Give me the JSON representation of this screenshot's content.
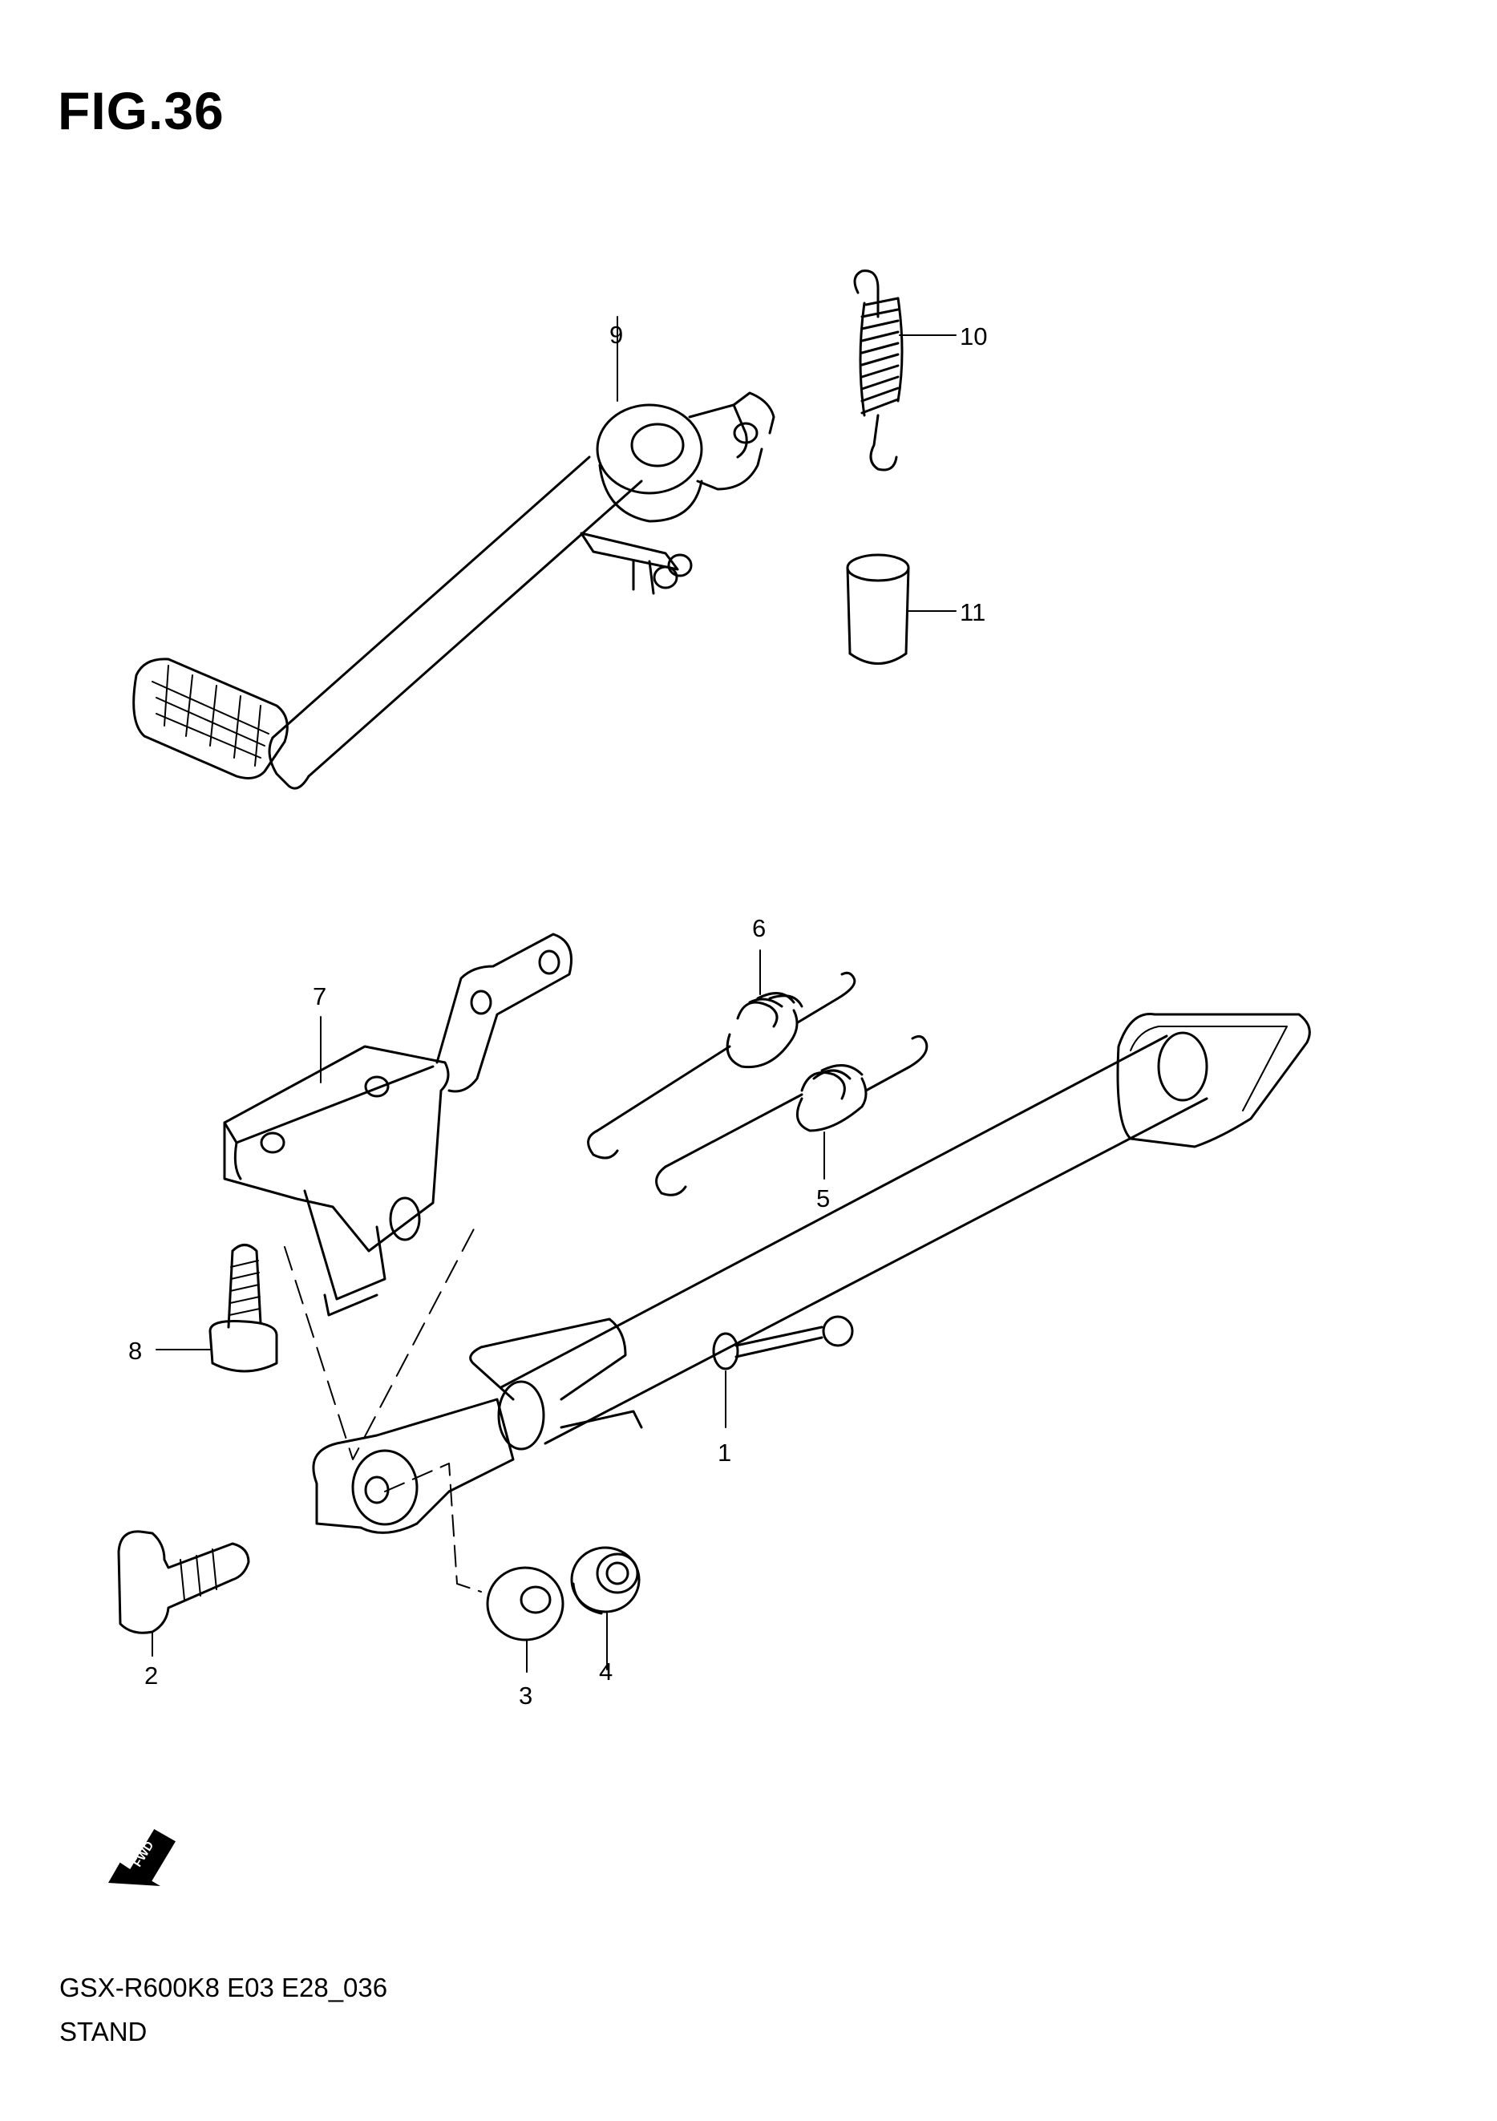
{
  "figure": {
    "title": "FIG.36"
  },
  "footer": {
    "code": "GSX-R600K8 E03 E28_036",
    "caption": "STAND"
  },
  "fwd_badge": {
    "text": "FWD"
  },
  "callouts": [
    "1",
    "2",
    "3",
    "4",
    "5",
    "6",
    "7",
    "8",
    "9",
    "10",
    "11"
  ],
  "parts": [
    {
      "ref": "1",
      "name": "side-stand-icon"
    },
    {
      "ref": "2",
      "name": "pivot-bolt-icon"
    },
    {
      "ref": "3",
      "name": "washer-icon"
    },
    {
      "ref": "4",
      "name": "nut-icon"
    },
    {
      "ref": "5",
      "name": "stand-spring-icon"
    },
    {
      "ref": "6",
      "name": "stand-spring-icon"
    },
    {
      "ref": "7",
      "name": "stand-bracket-icon"
    },
    {
      "ref": "8",
      "name": "bolt-icon"
    },
    {
      "ref": "9",
      "name": "gear-shift-lever-icon"
    },
    {
      "ref": "10",
      "name": "extension-spring-icon"
    },
    {
      "ref": "11",
      "name": "spacer-icon"
    }
  ],
  "colors": {
    "line": "#000000",
    "background": "#ffffff"
  }
}
